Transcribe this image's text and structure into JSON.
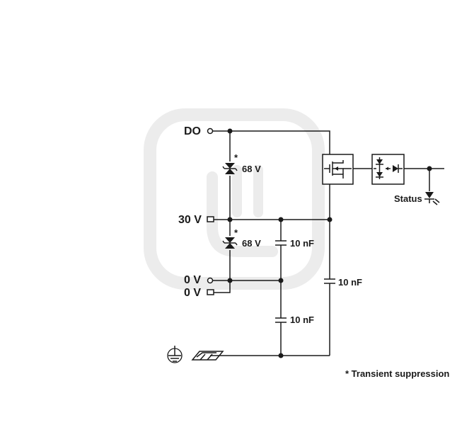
{
  "terminals": {
    "do": "DO",
    "v30": "30 V",
    "v0_a": "0 V",
    "v0_b": "0 V"
  },
  "components": {
    "tvs_upper": {
      "value": "68 V",
      "marker": "*"
    },
    "tvs_lower": {
      "value": "68 V",
      "marker": "*"
    },
    "cap_30v_0v": "10 nF",
    "cap_0v_pe": "10 nF",
    "cap_30v_pe": "10 nF"
  },
  "status": {
    "label": "Status"
  },
  "footnote": "* Transient suppression",
  "colors": {
    "line": "#1a1a1a",
    "watermark": "#ececec",
    "background": "#ffffff"
  }
}
